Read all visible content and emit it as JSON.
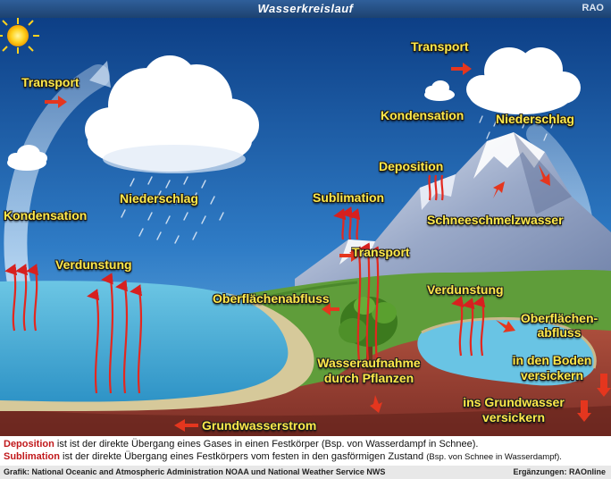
{
  "header": {
    "title": "Wasserkreislauf",
    "logo": "RAO"
  },
  "labels": {
    "transport_left": "Transport",
    "transport_top": "Transport",
    "transport_mid": "Transport",
    "kondensation_left": "Kondensation",
    "kondensation_top": "Kondensation",
    "niederschlag_left": "Niederschlag",
    "niederschlag_top": "Niederschlag",
    "deposition": "Deposition",
    "sublimation": "Sublimation",
    "schneeschmelzwasser": "Schneeschmelzwasser",
    "verdunstung_left": "Verdunstung",
    "verdunstung_right": "Verdunstung",
    "oberflaechenabfluss": "Oberflächenabfluss",
    "oberflaechen_abfluss_1": "Oberflächen-",
    "oberflaechen_abfluss_2": "abfluss",
    "wasseraufnahme_1": "Wasseraufnahme",
    "wasseraufnahme_2": "durch Pflanzen",
    "boden_1": "in den Boden",
    "boden_2": "versickern",
    "grundwasser_1": "ins Grundwasser",
    "grundwasser_2": "versickern",
    "grundwasserstrom": "Grundwasserstrom"
  },
  "caption": {
    "deposition_term": "Deposition",
    "deposition_text": " ist ist der direkte Übergang eines Gases in einen Festkörper  (Bsp. von Wasserdampf in Schnee).",
    "sublimation_term": "Sublimation",
    "sublimation_text": " ist der direkte Übergang eines Festkörpers vom festen in den gasförmigen Zustand ",
    "sublimation_example": "(Bsp. von Schnee in Wasserdampf).",
    "credit_left": "Grafik: National Oceanic and Atmospheric Administration NOAA und National Weather Service NWS",
    "credit_right": "Ergänzungen: RAOnline"
  },
  "colors": {
    "sky_top": "#0d3f86",
    "sky_bottom": "#7bbde6",
    "ocean": "#4db1d8",
    "lake": "#69c4e4",
    "land": "#5f9d3a",
    "soil": "#a5473a",
    "label_yellow": "#ffe94a",
    "arrow_red": "#d7201f",
    "term_red": "#c1191c"
  }
}
